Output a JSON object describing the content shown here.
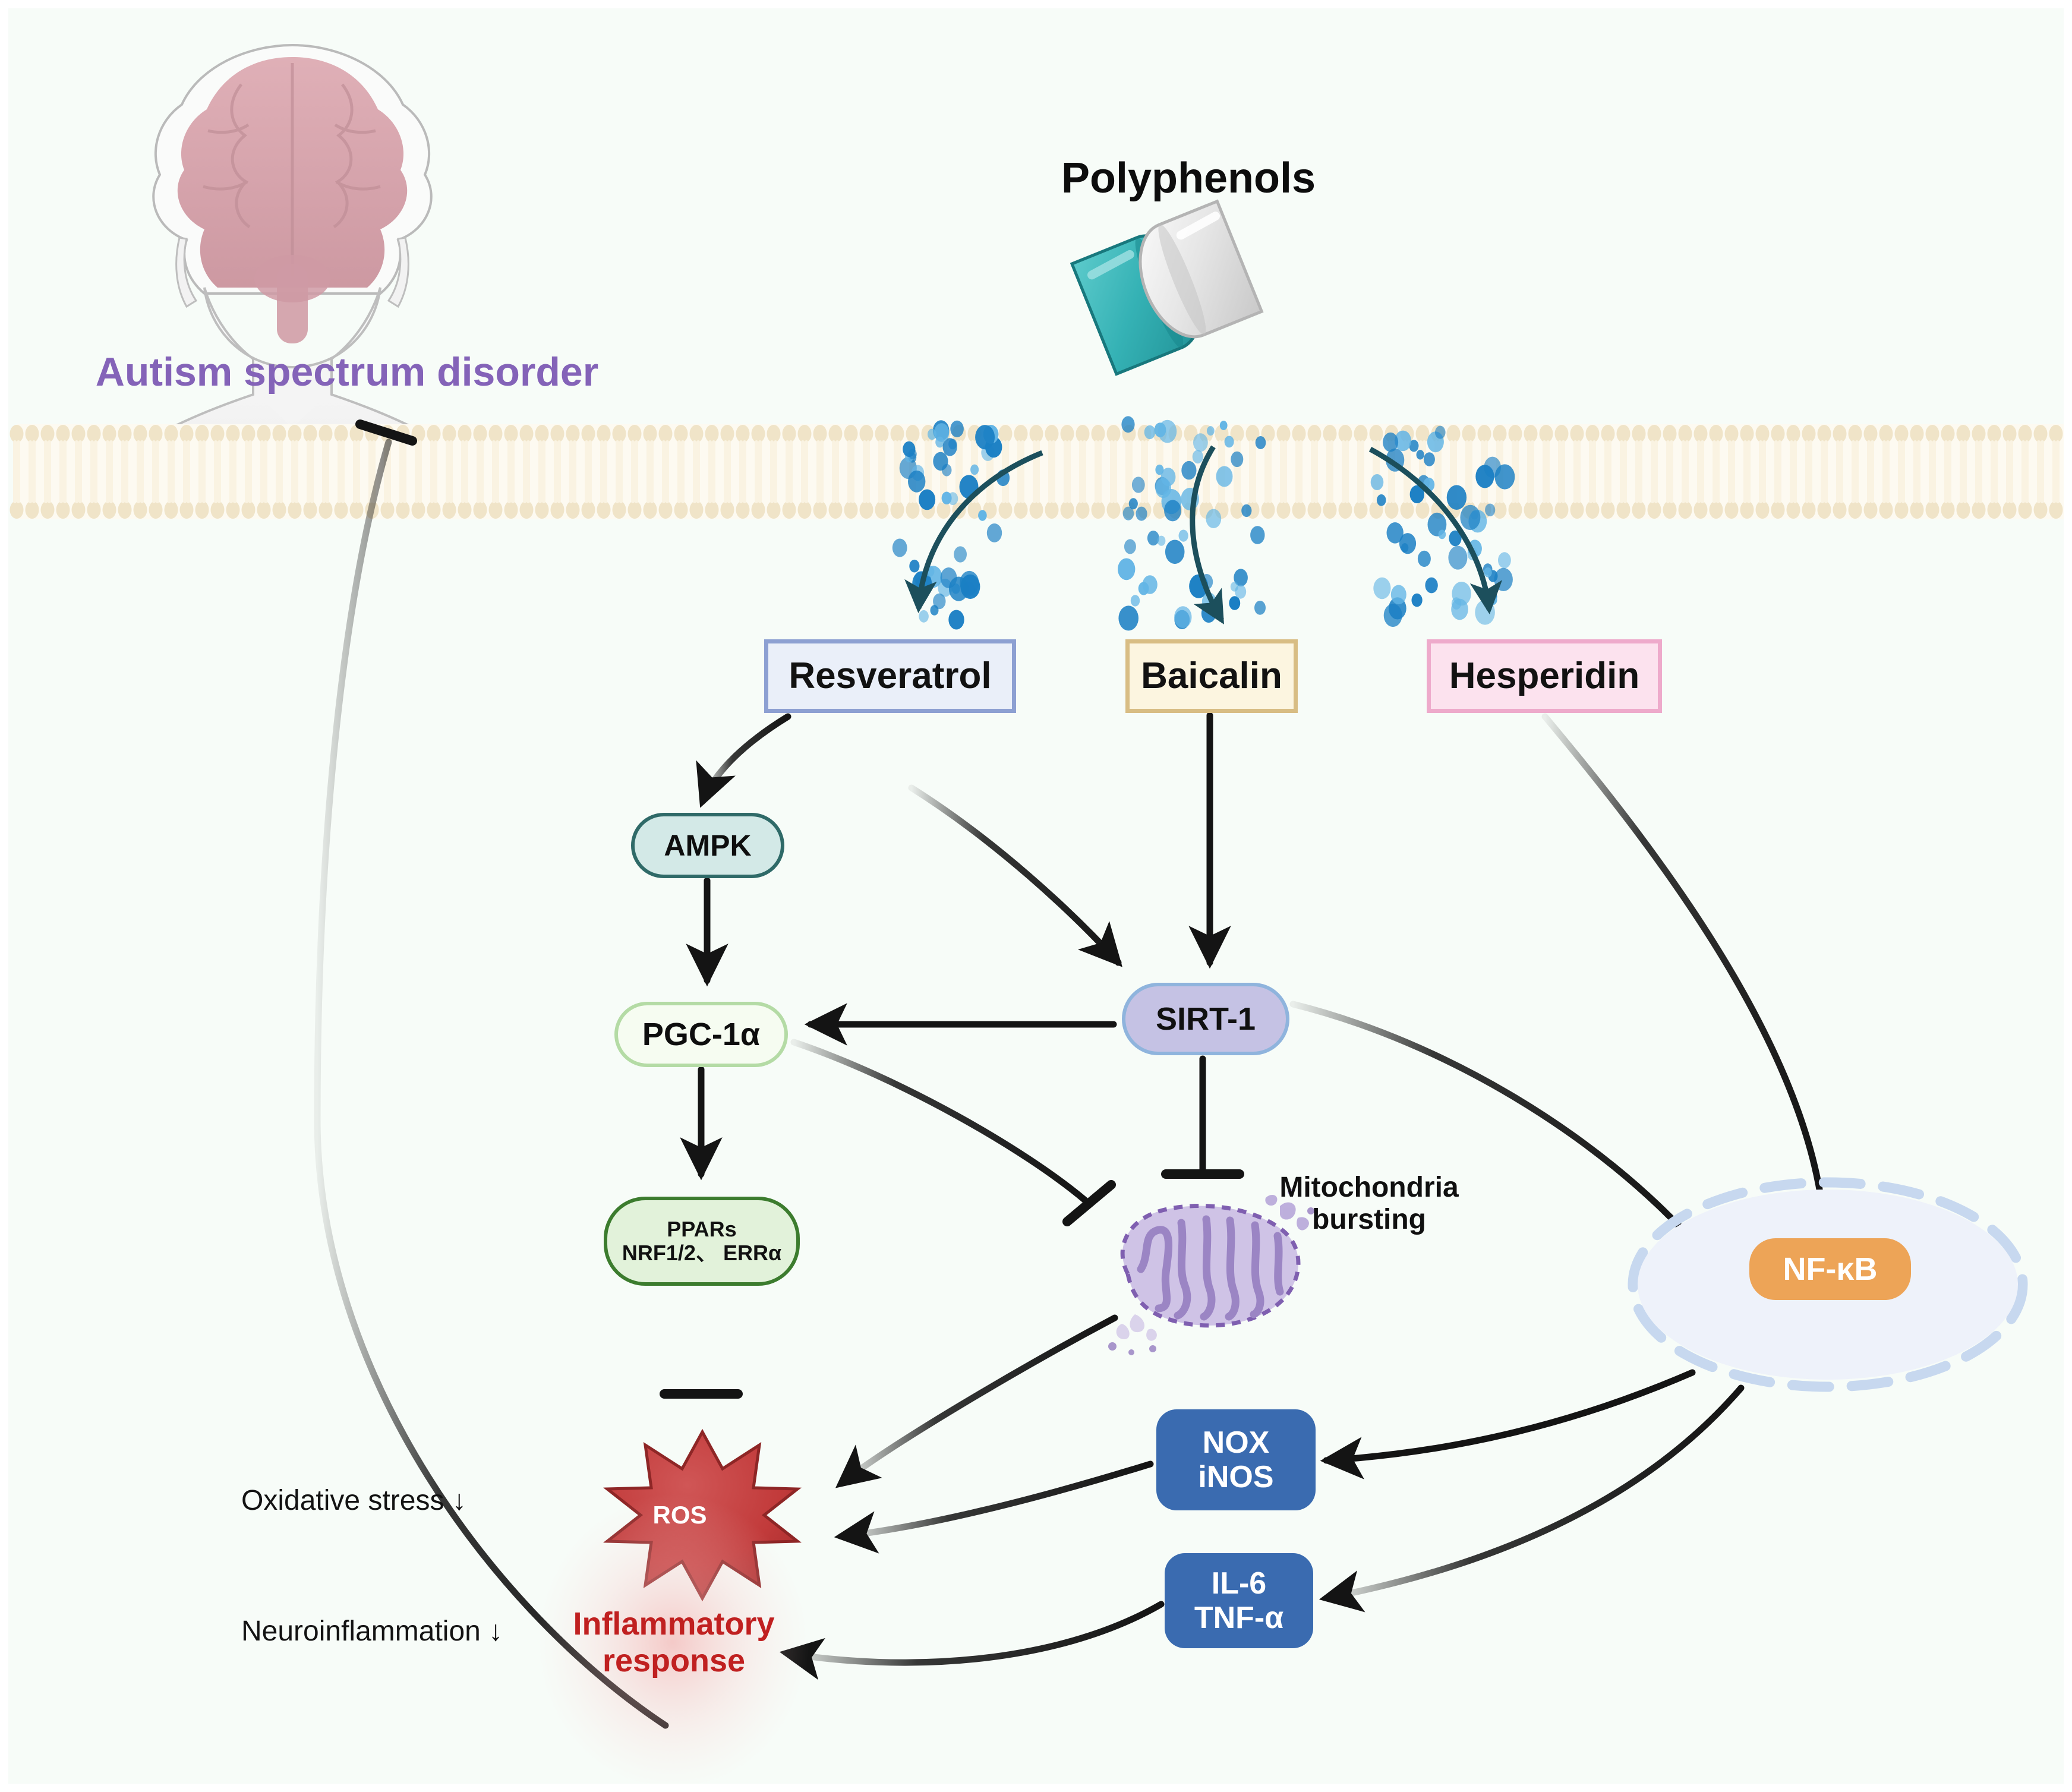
{
  "figure": {
    "title": "Polyphenols",
    "background_color": "#f7fcf8"
  },
  "labels": {
    "polyphenols": "Polyphenols",
    "autism": "Autism spectrum disorder",
    "mitochondria_line1": "Mitochondria",
    "mitochondria_line2": "bursting",
    "oxidative_stress": "Oxidative stress ↓",
    "neuroinflammation": "Neuroinflammation ↓",
    "inflammatory_line1": "Inflammatory",
    "inflammatory_line2": "response",
    "ros": "ROS"
  },
  "compounds": [
    {
      "name": "Resveratrol",
      "fill": "#eaeff9",
      "border": "#8da0d2"
    },
    {
      "name": "Baicalin",
      "fill": "#fcf5e0",
      "border": "#d8bd84"
    },
    {
      "name": "Hesperidin",
      "fill": "#fce2ee",
      "border": "#eeaacb"
    }
  ],
  "nodes": {
    "ampk": {
      "label": "AMPK",
      "fill": "#d3e9e7",
      "border": "#2f6a68"
    },
    "pgc1a": {
      "label": "PGC-1α",
      "fill": "#f6fcf1",
      "border": "#b4dba5"
    },
    "ppars": {
      "line1": "PPARs",
      "line2": "NRF1/2、 ERRα",
      "fill": "#e2f2da",
      "border": "#3c7c2e"
    },
    "sirt1": {
      "label": "SIRT-1",
      "fill": "#c5c2e4",
      "border": "#8fb4dd"
    },
    "nfkb": {
      "label": "NF-κB",
      "fill": "#eda457",
      "text": "#ffffff"
    },
    "nox": {
      "line1": "NOX",
      "line2": "iNOS",
      "fill": "#3a6bb0",
      "text": "#ffffff"
    },
    "il6": {
      "line1": "IL-6",
      "line2": "TNF-α",
      "fill": "#3a6bb0",
      "text": "#ffffff"
    }
  },
  "colors": {
    "membrane_head": "#f0e4c8",
    "membrane_tail": "#faf3e2",
    "polyphenol_dot_dark": "#1b7fc4",
    "polyphenol_dot_light": "#63b5e5",
    "capsule_teal": "#35b2b5",
    "capsule_white": "#e2e2e2",
    "arrow": "#141414",
    "entry_arrow": "#1c4f5c",
    "ros_red": "#c23b3b",
    "dna_red": "#c42020",
    "dna_blue": "#12549a",
    "nucleus_fill": "#eef2fa",
    "nucleus_dash": "#c7d8ef",
    "mitochondria": "#9b85c4",
    "brain_pink": "#d9a3ab",
    "asd_purple": "#8463b8"
  },
  "edges": [
    {
      "from": "Polyphenols",
      "to": "Resveratrol",
      "type": "arrow"
    },
    {
      "from": "Polyphenols",
      "to": "Baicalin",
      "type": "arrow"
    },
    {
      "from": "Polyphenols",
      "to": "Hesperidin",
      "type": "arrow"
    },
    {
      "from": "Resveratrol",
      "to": "AMPK",
      "type": "arrow"
    },
    {
      "from": "Resveratrol",
      "to": "SIRT-1",
      "type": "arrow"
    },
    {
      "from": "Baicalin",
      "to": "SIRT-1",
      "type": "arrow"
    },
    {
      "from": "Hesperidin",
      "to": "NF-κB",
      "type": "inhibition"
    },
    {
      "from": "AMPK",
      "to": "PGC-1α",
      "type": "arrow"
    },
    {
      "from": "SIRT-1",
      "to": "PGC-1α",
      "type": "arrow"
    },
    {
      "from": "SIRT-1",
      "to": "Mitochondria bursting",
      "type": "inhibition"
    },
    {
      "from": "SIRT-1",
      "to": "NF-κB",
      "type": "inhibition"
    },
    {
      "from": "PGC-1α",
      "to": "PPARs NRF1/2、ERRα",
      "type": "arrow"
    },
    {
      "from": "PGC-1α",
      "to": "Mitochondria bursting",
      "type": "inhibition"
    },
    {
      "from": "PPARs NRF1/2、ERRα",
      "to": "ROS",
      "type": "inhibition"
    },
    {
      "from": "Mitochondria bursting",
      "to": "ROS",
      "type": "arrow"
    },
    {
      "from": "NF-κB",
      "to": "NOX iNOS",
      "type": "arrow"
    },
    {
      "from": "NF-κB",
      "to": "IL-6 TNF-α",
      "type": "arrow"
    },
    {
      "from": "NOX iNOS",
      "to": "ROS",
      "type": "arrow"
    },
    {
      "from": "IL-6 TNF-α",
      "to": "Inflammatory response",
      "type": "arrow"
    },
    {
      "from": "Oxidative stress / Neuroinflammation",
      "to": "Autism spectrum disorder",
      "type": "inhibition"
    }
  ]
}
